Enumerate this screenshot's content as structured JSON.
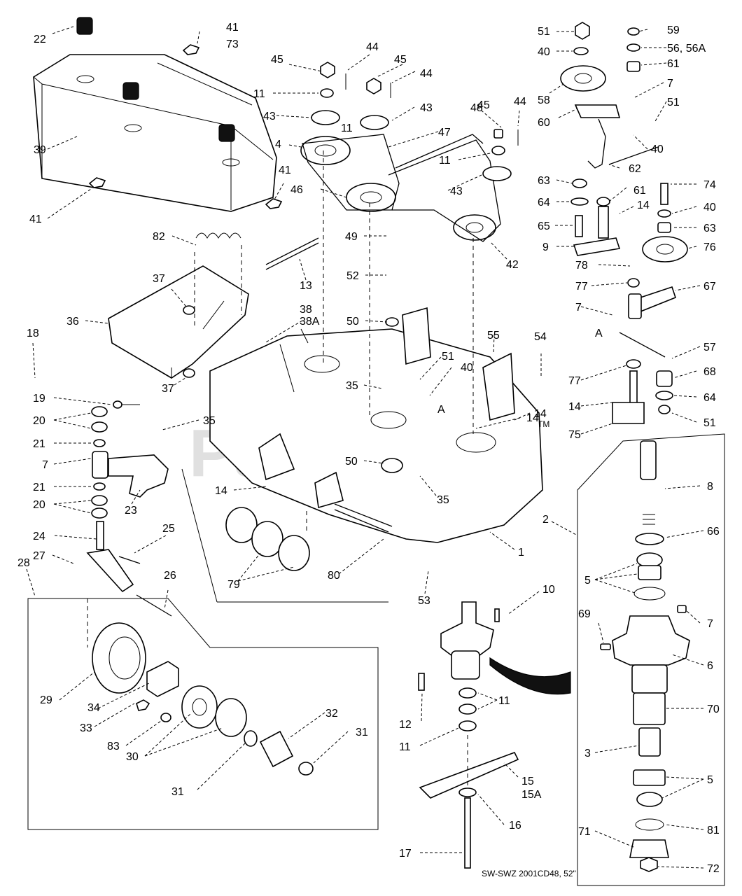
{
  "watermark": {
    "brand": "PartsTree",
    "tm": "TM"
  },
  "caption": "SW-SWZ 2001CD48, 52\"",
  "section_marks": [
    "A",
    "A"
  ],
  "callouts": [
    {
      "id": "c22",
      "text": "22"
    },
    {
      "id": "c41a",
      "text": "41"
    },
    {
      "id": "c73",
      "text": "73"
    },
    {
      "id": "c39",
      "text": "39"
    },
    {
      "id": "c41b",
      "text": "41"
    },
    {
      "id": "c41c",
      "text": "41"
    },
    {
      "id": "c45a",
      "text": "45"
    },
    {
      "id": "c44a",
      "text": "44"
    },
    {
      "id": "c45b",
      "text": "45"
    },
    {
      "id": "c44b",
      "text": "44"
    },
    {
      "id": "c11a",
      "text": "11"
    },
    {
      "id": "c43a",
      "text": "43"
    },
    {
      "id": "c11b",
      "text": "11"
    },
    {
      "id": "c43b",
      "text": "43"
    },
    {
      "id": "c48",
      "text": "48"
    },
    {
      "id": "c45c",
      "text": "45"
    },
    {
      "id": "c44c",
      "text": "44"
    },
    {
      "id": "c4",
      "text": "4"
    },
    {
      "id": "c47",
      "text": "47"
    },
    {
      "id": "c11c",
      "text": "11"
    },
    {
      "id": "c46",
      "text": "46"
    },
    {
      "id": "c43c",
      "text": "43"
    },
    {
      "id": "c49",
      "text": "49"
    },
    {
      "id": "c42",
      "text": "42"
    },
    {
      "id": "c82",
      "text": "82"
    },
    {
      "id": "c13",
      "text": "13"
    },
    {
      "id": "c52",
      "text": "52"
    },
    {
      "id": "c37a",
      "text": "37"
    },
    {
      "id": "c38",
      "text": "38"
    },
    {
      "id": "c38a",
      "text": "38A"
    },
    {
      "id": "c36",
      "text": "36"
    },
    {
      "id": "c50a",
      "text": "50"
    },
    {
      "id": "c18",
      "text": "18"
    },
    {
      "id": "c37b",
      "text": "37"
    },
    {
      "id": "c55",
      "text": "55"
    },
    {
      "id": "c54",
      "text": "54"
    },
    {
      "id": "c51a",
      "text": "51"
    },
    {
      "id": "c40a",
      "text": "40"
    },
    {
      "id": "c35a",
      "text": "35"
    },
    {
      "id": "c19",
      "text": "19"
    },
    {
      "id": "c20a",
      "text": "20"
    },
    {
      "id": "c35b",
      "text": "35"
    },
    {
      "id": "c21a",
      "text": "21"
    },
    {
      "id": "c7a",
      "text": "7"
    },
    {
      "id": "c14a",
      "text": "14"
    },
    {
      "id": "c50b",
      "text": "50"
    },
    {
      "id": "c35c",
      "text": "35"
    },
    {
      "id": "c21b",
      "text": "21"
    },
    {
      "id": "c20b",
      "text": "20"
    },
    {
      "id": "c23",
      "text": "23"
    },
    {
      "id": "c14b",
      "text": "14"
    },
    {
      "id": "c24",
      "text": "24"
    },
    {
      "id": "c25",
      "text": "25"
    },
    {
      "id": "c27",
      "text": "27"
    },
    {
      "id": "c28",
      "text": "28"
    },
    {
      "id": "c79",
      "text": "79"
    },
    {
      "id": "c80",
      "text": "80"
    },
    {
      "id": "c1",
      "text": "1"
    },
    {
      "id": "c53",
      "text": "53"
    },
    {
      "id": "c26",
      "text": "26"
    },
    {
      "id": "c10",
      "text": "10"
    },
    {
      "id": "c29",
      "text": "29"
    },
    {
      "id": "c34",
      "text": "34"
    },
    {
      "id": "c33",
      "text": "33"
    },
    {
      "id": "c83",
      "text": "83"
    },
    {
      "id": "c30",
      "text": "30"
    },
    {
      "id": "c32",
      "text": "32"
    },
    {
      "id": "c31a",
      "text": "31"
    },
    {
      "id": "c31b",
      "text": "31"
    },
    {
      "id": "c12",
      "text": "12"
    },
    {
      "id": "c11d",
      "text": "11"
    },
    {
      "id": "c11e",
      "text": "11"
    },
    {
      "id": "c15",
      "text": "15"
    },
    {
      "id": "c15a",
      "text": "15A"
    },
    {
      "id": "c16",
      "text": "16"
    },
    {
      "id": "c17",
      "text": "17"
    },
    {
      "id": "c51b",
      "text": "51"
    },
    {
      "id": "c59",
      "text": "59"
    },
    {
      "id": "c40b",
      "text": "40"
    },
    {
      "id": "c56",
      "text": "56, 56A"
    },
    {
      "id": "c61a",
      "text": "61"
    },
    {
      "id": "c58",
      "text": "58"
    },
    {
      "id": "c7b",
      "text": "7"
    },
    {
      "id": "c51c",
      "text": "51"
    },
    {
      "id": "c60",
      "text": "60"
    },
    {
      "id": "c40c",
      "text": "40"
    },
    {
      "id": "c62",
      "text": "62"
    },
    {
      "id": "c63a",
      "text": "63"
    },
    {
      "id": "c61b",
      "text": "61"
    },
    {
      "id": "c74",
      "text": "74"
    },
    {
      "id": "c64a",
      "text": "64"
    },
    {
      "id": "c14c",
      "text": "14"
    },
    {
      "id": "c40d",
      "text": "40"
    },
    {
      "id": "c65",
      "text": "65"
    },
    {
      "id": "c63b",
      "text": "63"
    },
    {
      "id": "c9",
      "text": "9"
    },
    {
      "id": "c76",
      "text": "76"
    },
    {
      "id": "c78",
      "text": "78"
    },
    {
      "id": "c77a",
      "text": "77"
    },
    {
      "id": "c67",
      "text": "67"
    },
    {
      "id": "c7c",
      "text": "7"
    },
    {
      "id": "c57",
      "text": "57"
    },
    {
      "id": "c77b",
      "text": "77"
    },
    {
      "id": "c68",
      "text": "68"
    },
    {
      "id": "c14d",
      "text": "14"
    },
    {
      "id": "c64b",
      "text": "64"
    },
    {
      "id": "c75",
      "text": "75"
    },
    {
      "id": "c51d",
      "text": "51"
    },
    {
      "id": "c14e",
      "text": "14"
    },
    {
      "id": "c2",
      "text": "2"
    },
    {
      "id": "c8",
      "text": "8"
    },
    {
      "id": "c66",
      "text": "66"
    },
    {
      "id": "c5a",
      "text": "5"
    },
    {
      "id": "c7d",
      "text": "7"
    },
    {
      "id": "c69",
      "text": "69"
    },
    {
      "id": "c6",
      "text": "6"
    },
    {
      "id": "c70",
      "text": "70"
    },
    {
      "id": "c3",
      "text": "3"
    },
    {
      "id": "c5b",
      "text": "5"
    },
    {
      "id": "c81",
      "text": "81"
    },
    {
      "id": "c71",
      "text": "71"
    },
    {
      "id": "c72",
      "text": "72"
    }
  ]
}
